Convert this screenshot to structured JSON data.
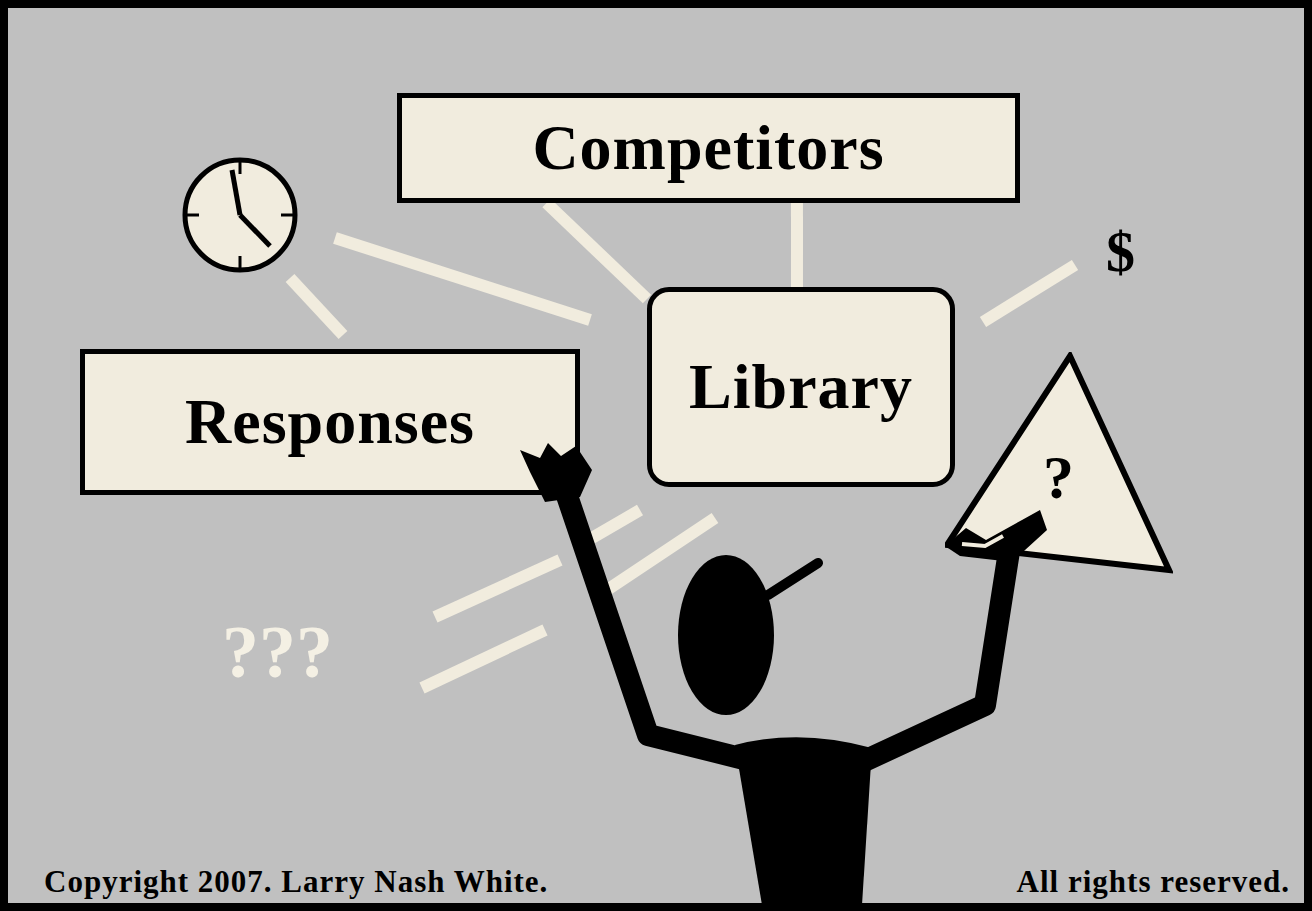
{
  "diagram": {
    "nodes": [
      {
        "text": [
          "Competitors"
        ]
      },
      {
        "text": [
          "Responses"
        ]
      },
      {
        "text": [
          "Library"
        ]
      },
      {
        "text": [
          "?"
        ]
      }
    ],
    "edges": [
      {
        "from": 0,
        "to": 2,
        "arrow": "none"
      },
      {
        "from": 0,
        "to": 2,
        "arrow": "none"
      }
    ],
    "labels": [
      "$",
      "???",
      "Copyright 2007. Larry Nash White.",
      "All rights reserved."
    ]
  }
}
